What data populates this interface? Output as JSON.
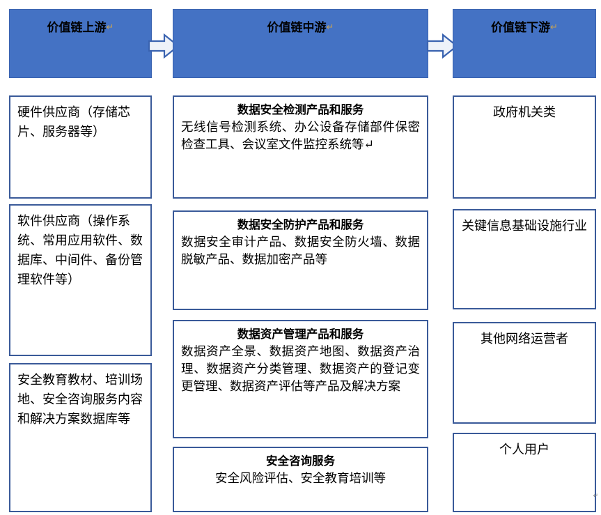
{
  "diagram": {
    "headers": [
      {
        "label": "价值链上游",
        "mark": "↵"
      },
      {
        "label": "价值链中游",
        "mark": "↵"
      },
      {
        "label": "价值链下游",
        "mark": "↵"
      }
    ],
    "arrows": [
      {
        "name": "arrow-upstream-to-midstream",
        "direction": "right"
      },
      {
        "name": "arrow-midstream-to-downstream",
        "direction": "right"
      }
    ],
    "upstream": [
      {
        "body": "硬件供应商（存储芯片、服务器等）"
      },
      {
        "body": "软件供应商（操作系统、常用应用软件、数据库、中间件、备份管理软件等）"
      },
      {
        "body": "安全教育教材、培训场地、安全咨询服务内容和解决方案数据库等"
      }
    ],
    "midstream": [
      {
        "title": "数据安全检测产品和服务",
        "body": "无线信号检测系统、办公设备存储部件保密检查工具、会议室文件监控系统等↵"
      },
      {
        "title": "数据安全防护产品和服务",
        "body": "数据安全审计产品、数据安全防火墙、数据脱敏产品、数据加密产品等"
      },
      {
        "title": "数据资产管理产品和服务",
        "body": "数据资产全景、数据资产地图、数据资产治理、数据资产分类管理、数据资产的登记变更管理、数据资产评估等产品及解决方案"
      },
      {
        "title": "安全咨询服务",
        "body": "安全风险评估、安全教育培训等"
      }
    ],
    "downstream": [
      {
        "body": "政府机关类"
      },
      {
        "body": "关键信息基础设施行业"
      },
      {
        "body": "其他网络运营者"
      },
      {
        "body": "个人用户"
      }
    ],
    "stray_mark": "↵",
    "colors": {
      "header_fill": "#4472C4",
      "box_border": "#3a5a99",
      "arrow_fill": "#eef2f9",
      "arrow_stroke": "#3a63b0",
      "pilcrow": "#bfa05a"
    }
  }
}
